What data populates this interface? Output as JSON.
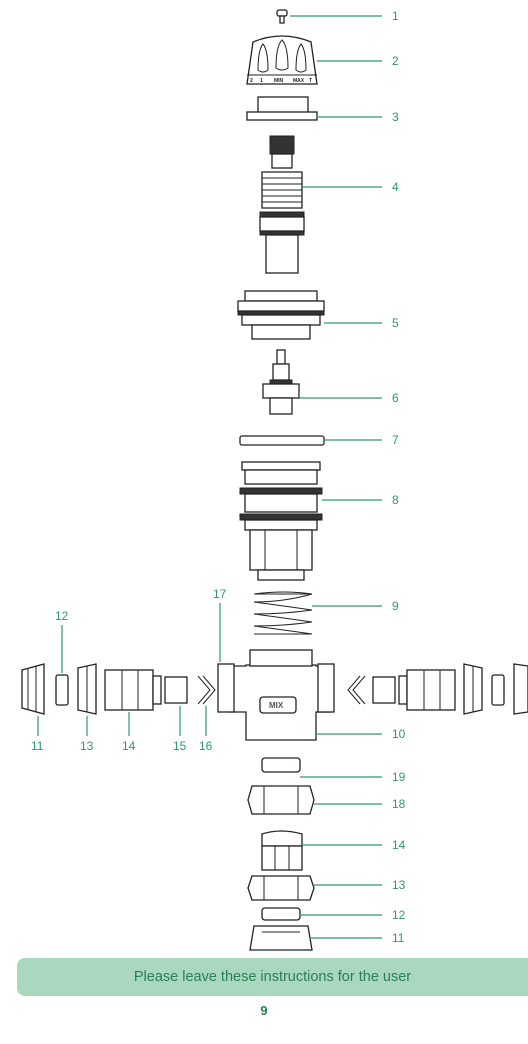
{
  "diagram": {
    "callouts": [
      "1",
      "2",
      "3",
      "4",
      "5",
      "6",
      "7",
      "8",
      "9",
      "10",
      "19",
      "18",
      "14",
      "13",
      "12",
      "11"
    ],
    "bottom_labels": [
      "11",
      "13",
      "14",
      "15",
      "16"
    ],
    "label_12_left": "12",
    "label_17": "17",
    "knob_scale": [
      "2",
      "1",
      "MIN",
      "MAX",
      "T"
    ],
    "body_mark": "MIX"
  },
  "footer": {
    "notice": "Please leave these instructions for the user",
    "page_number": "9"
  },
  "colors": {
    "accent": "#2f9a67",
    "banner": "#a9d8be",
    "banner_text": "#2a7f55"
  }
}
